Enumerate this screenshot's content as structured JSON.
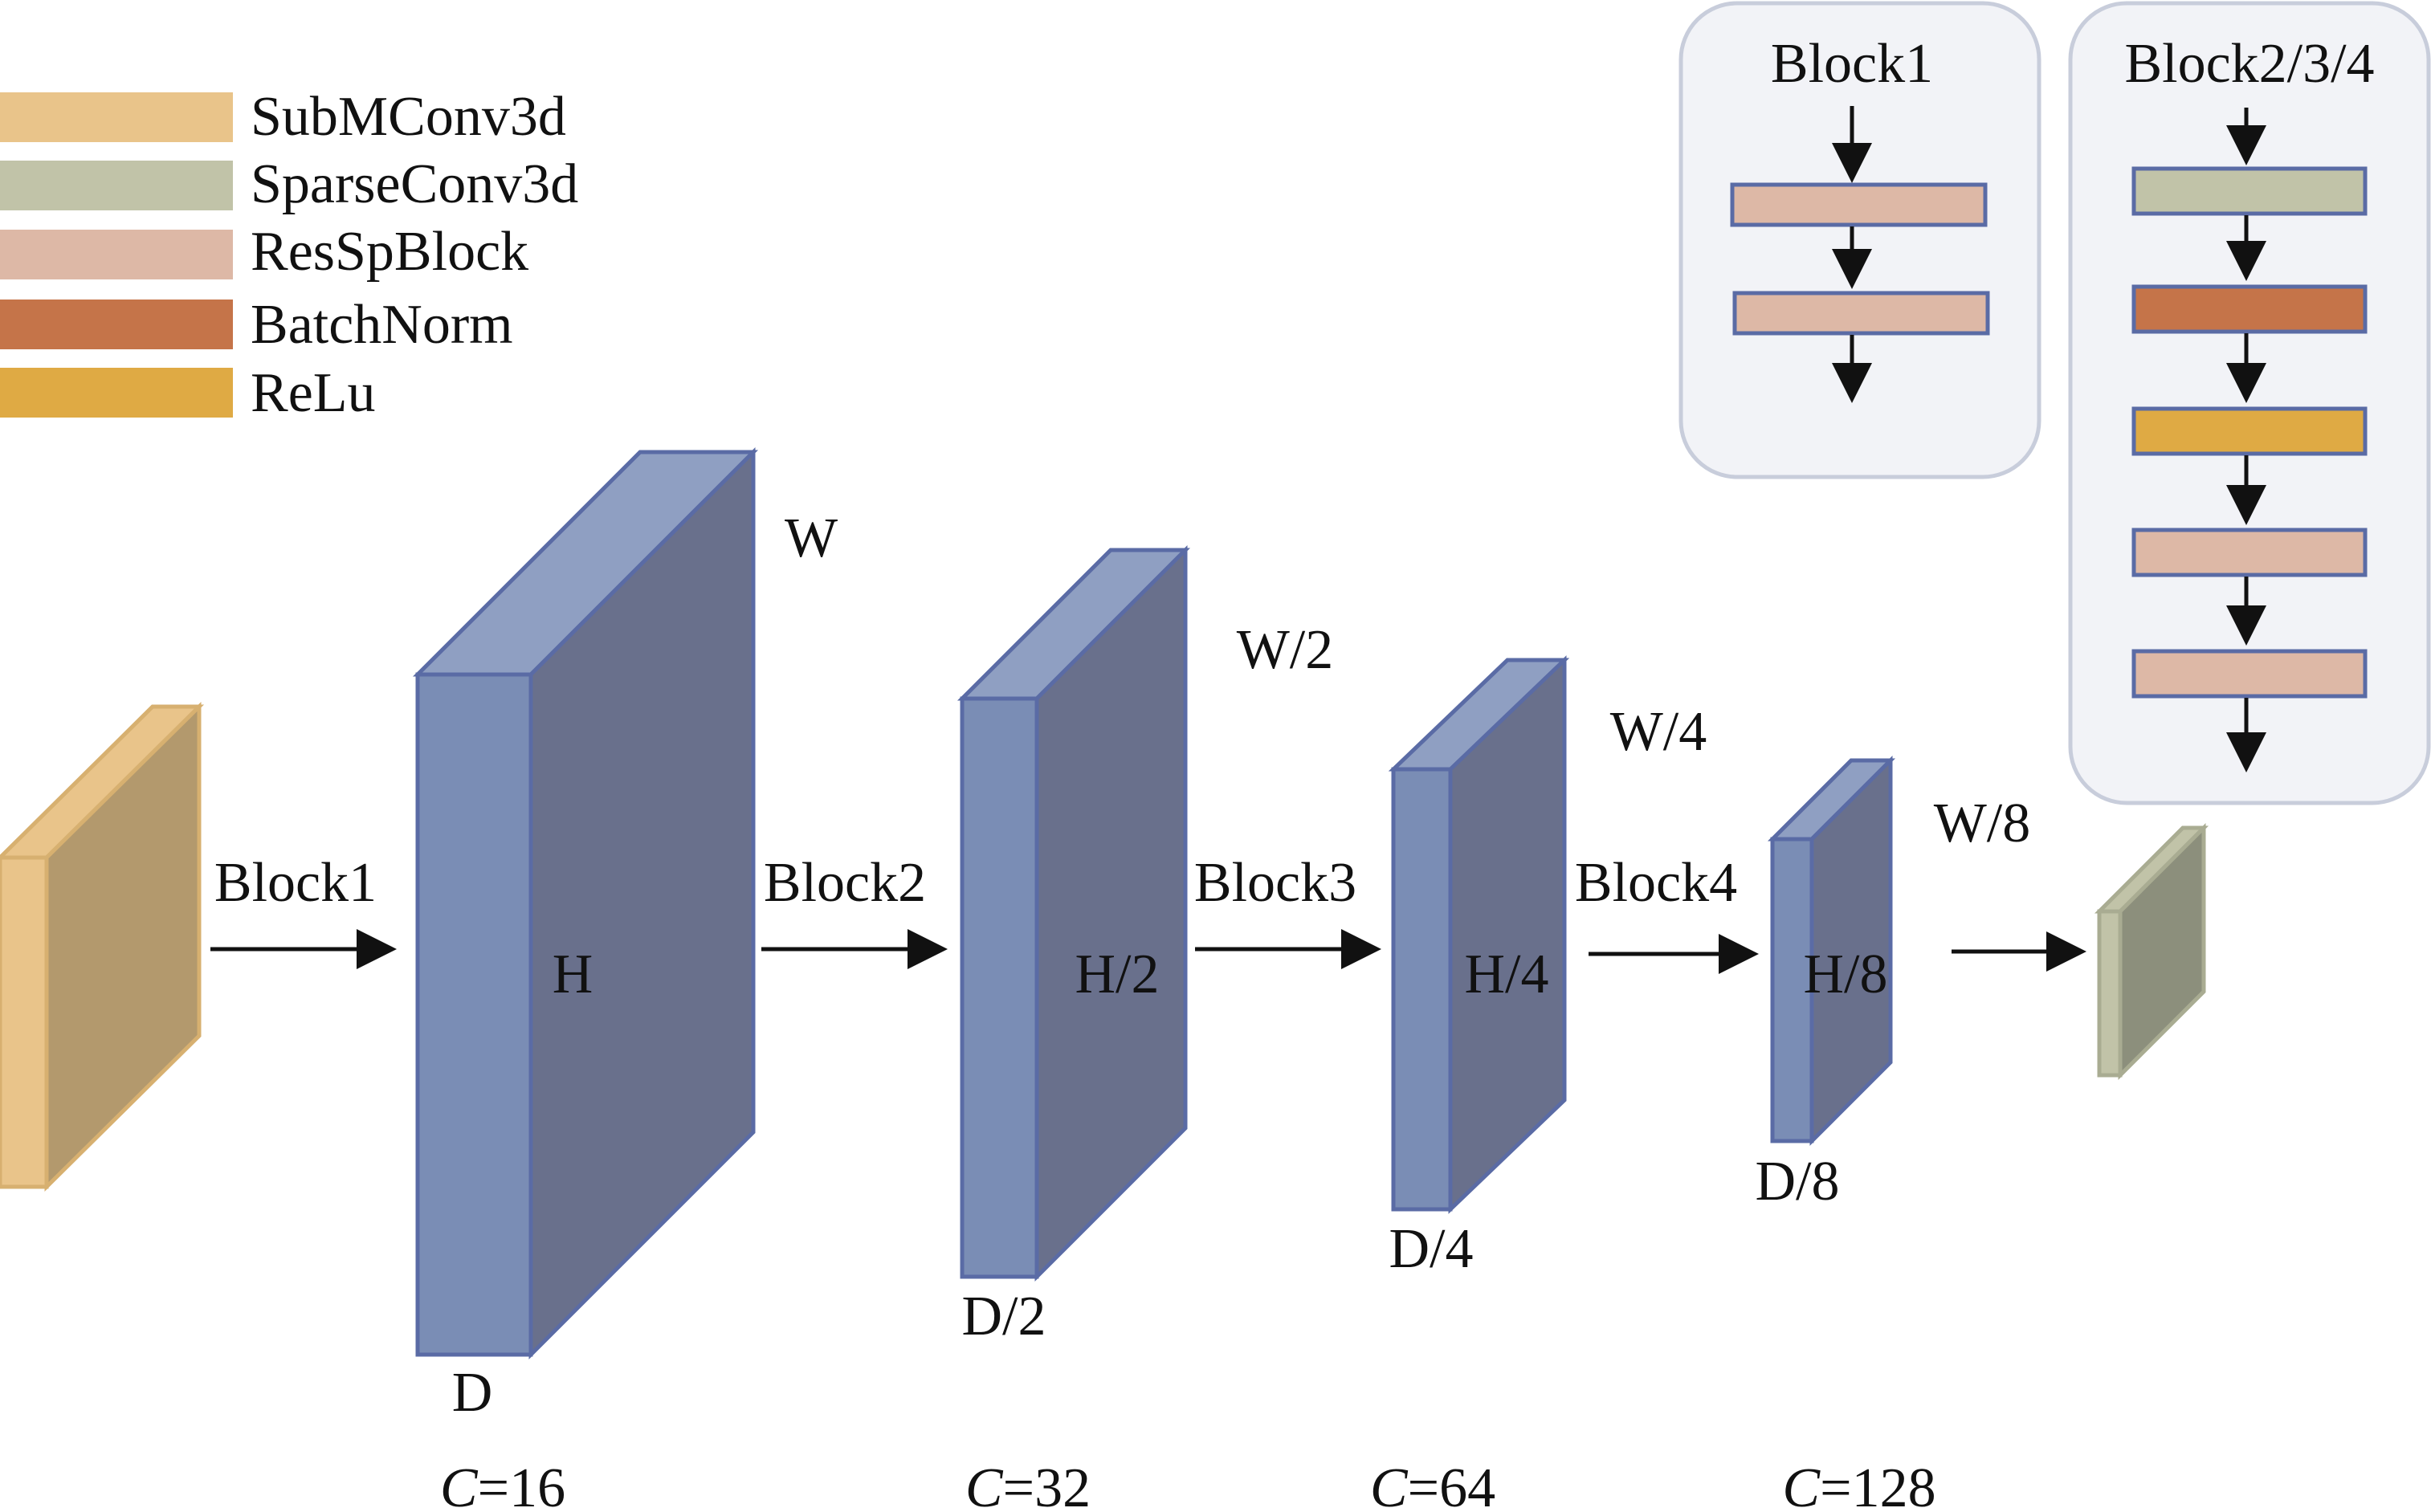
{
  "colors": {
    "submconv": "#E9C48A",
    "submconv_dark": "#B3996D",
    "sparseconv": "#C1C3A8",
    "sparseconv_dark": "#8C8F7C",
    "resspblock": "#DDB8A6",
    "batchnorm": "#C57449",
    "relu": "#DFAA44",
    "block_front": "#7A8DB5",
    "block_top": "#8F9FC2",
    "block_side": "#69708C",
    "block_stroke": "#5A6BA5",
    "panel_fill": "#F2F3F7",
    "panel_stroke": "#C8CDDB",
    "arrow": "#111111"
  },
  "legend": [
    {
      "label": "SubMConv3d",
      "color_key": "submconv"
    },
    {
      "label": "SparseConv3d",
      "color_key": "sparseconv"
    },
    {
      "label": "ResSpBlock",
      "color_key": "resspblock"
    },
    {
      "label": "BatchNorm",
      "color_key": "batchnorm"
    },
    {
      "label": "ReLu",
      "color_key": "relu"
    }
  ],
  "panels": {
    "block1": {
      "title": "Block1",
      "layers": [
        "resspblock",
        "resspblock"
      ]
    },
    "block234": {
      "title": "Block2/3/4",
      "layers": [
        "sparseconv",
        "batchnorm",
        "relu",
        "resspblock",
        "resspblock"
      ]
    }
  },
  "flow": {
    "arrows": [
      "Block1",
      "Block2",
      "Block3",
      "Block4",
      ""
    ]
  },
  "volumes": [
    {
      "h": "H",
      "w": "W",
      "d": "D",
      "c_symbol": "C",
      "c_value": "=16"
    },
    {
      "h": "H/2",
      "w": "W/2",
      "d": "D/2",
      "c_symbol": "C",
      "c_value": "=32"
    },
    {
      "h": "H/4",
      "w": "W/4",
      "d": "D/4",
      "c_symbol": "C",
      "c_value": "=64"
    },
    {
      "h": "H/8",
      "w": "W/8",
      "d": "D/8",
      "c_symbol": "C",
      "c_value": "=128"
    }
  ]
}
